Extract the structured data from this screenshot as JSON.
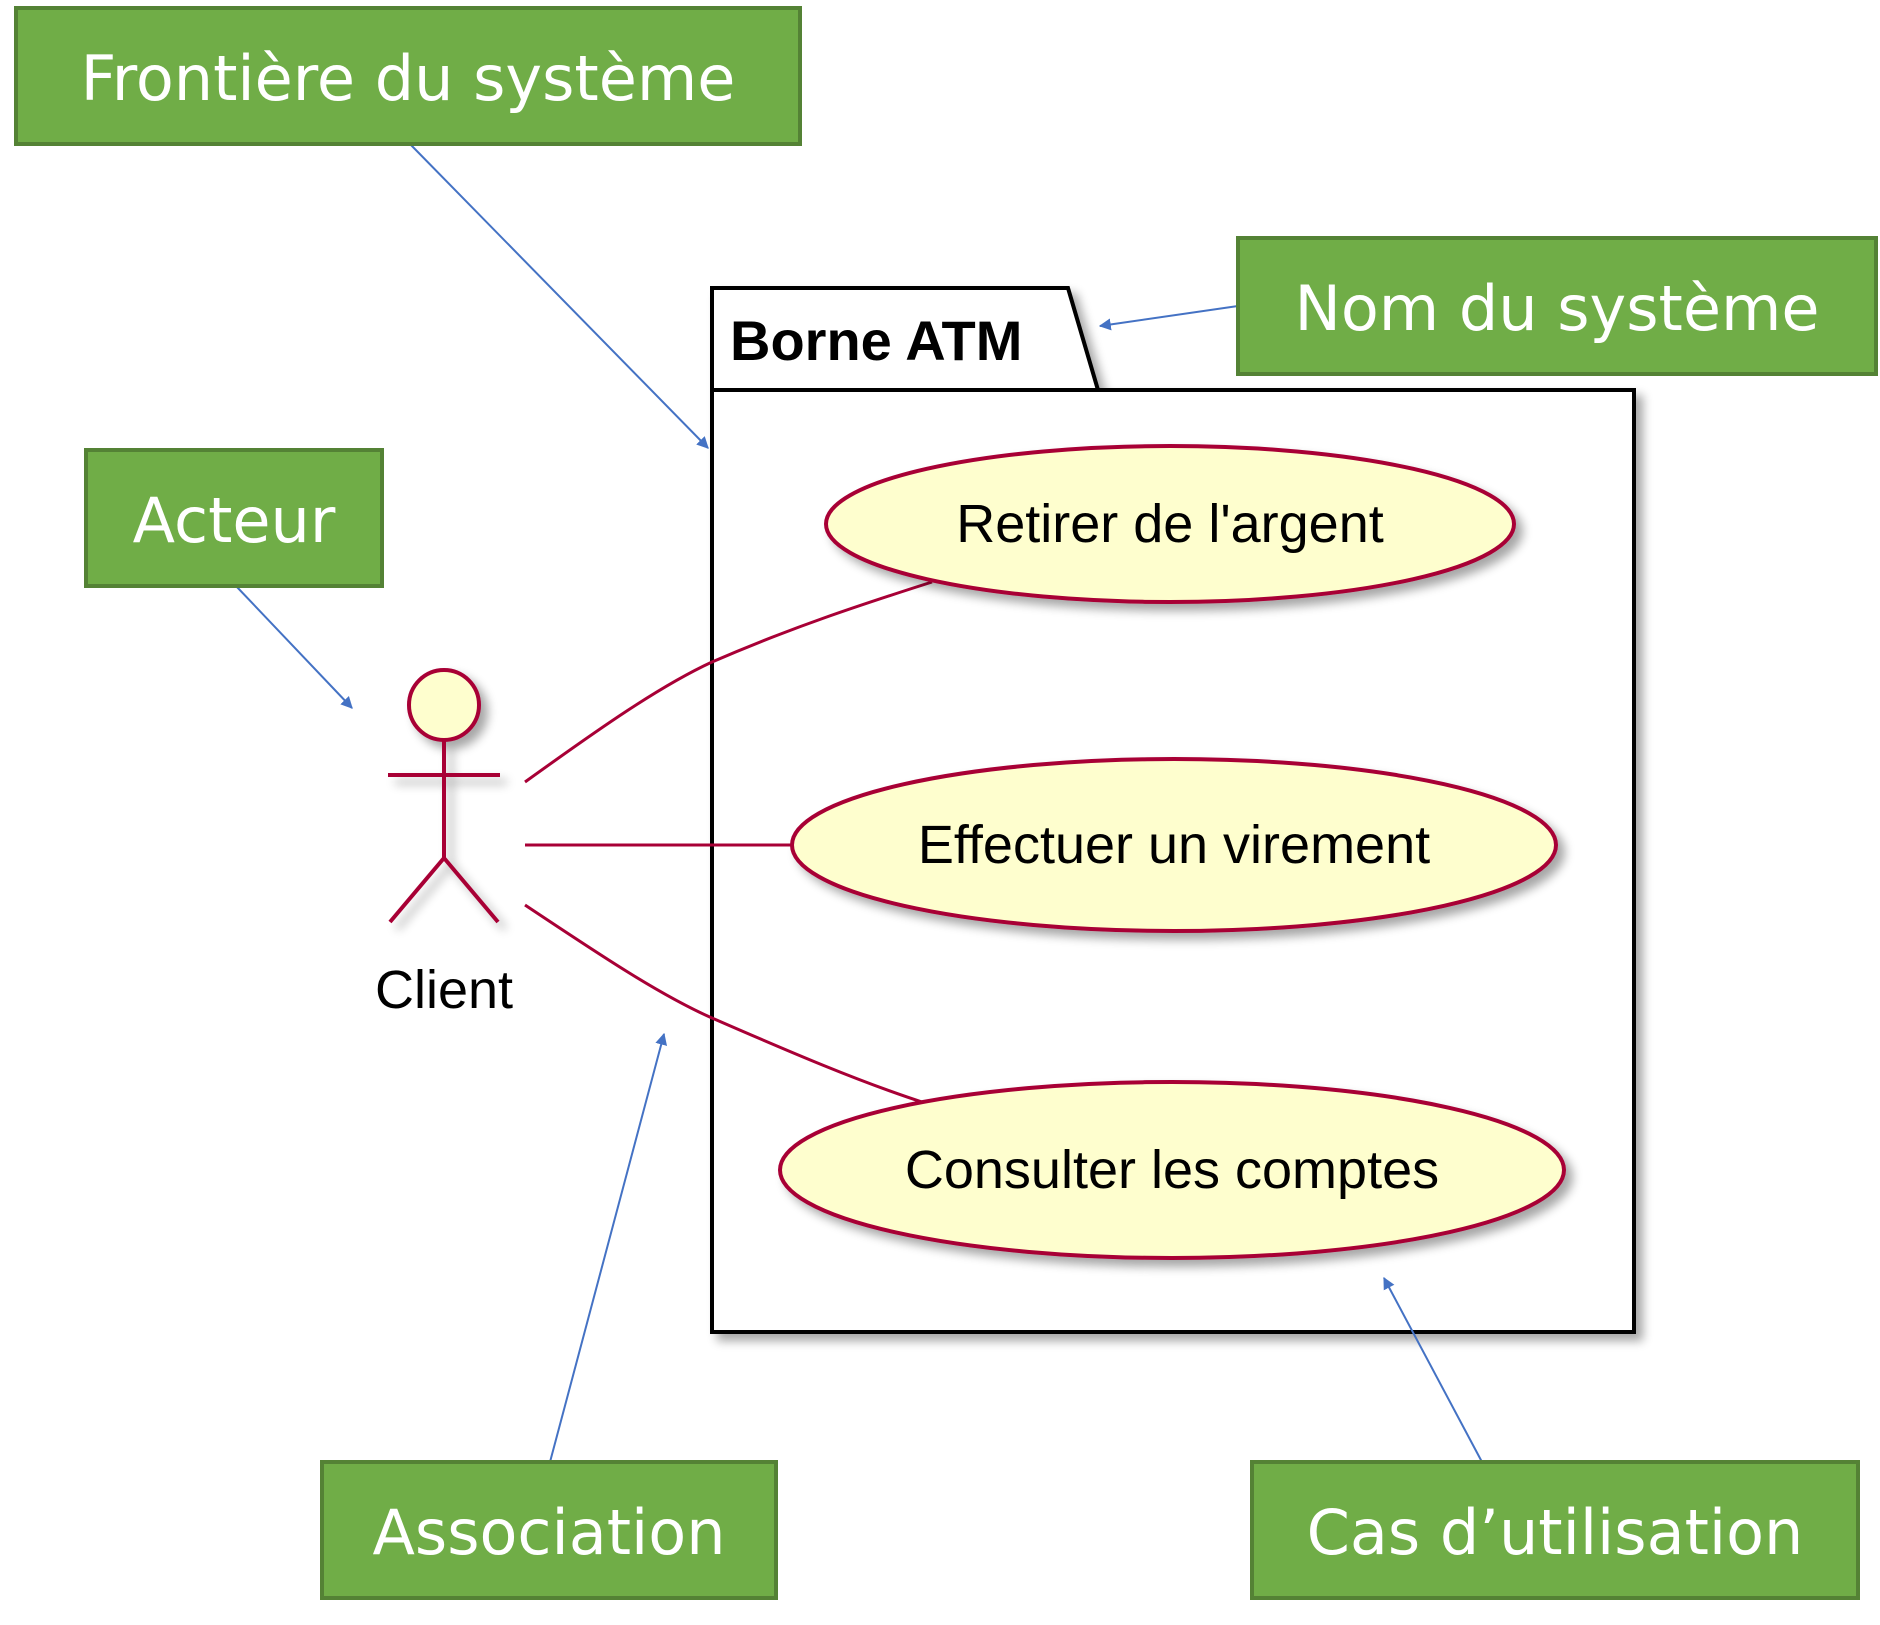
{
  "system": {
    "name": "Borne ATM"
  },
  "actor": {
    "name": "Client"
  },
  "use_cases": [
    {
      "label": "Retirer de l'argent"
    },
    {
      "label": "Effectuer un virement"
    },
    {
      "label": "Consulter les comptes"
    }
  ],
  "callouts": {
    "boundary": "Frontière du système",
    "system_name": "Nom du système",
    "actor": "Acteur",
    "association": "Association",
    "use_case": "Cas d’utilisation"
  },
  "colors": {
    "callout_fill": "#70ad47",
    "callout_border": "#548235",
    "callout_arrow": "#4472c4",
    "use_case_fill": "#fefece",
    "uml_line": "#a80036",
    "boundary": "#000000"
  }
}
